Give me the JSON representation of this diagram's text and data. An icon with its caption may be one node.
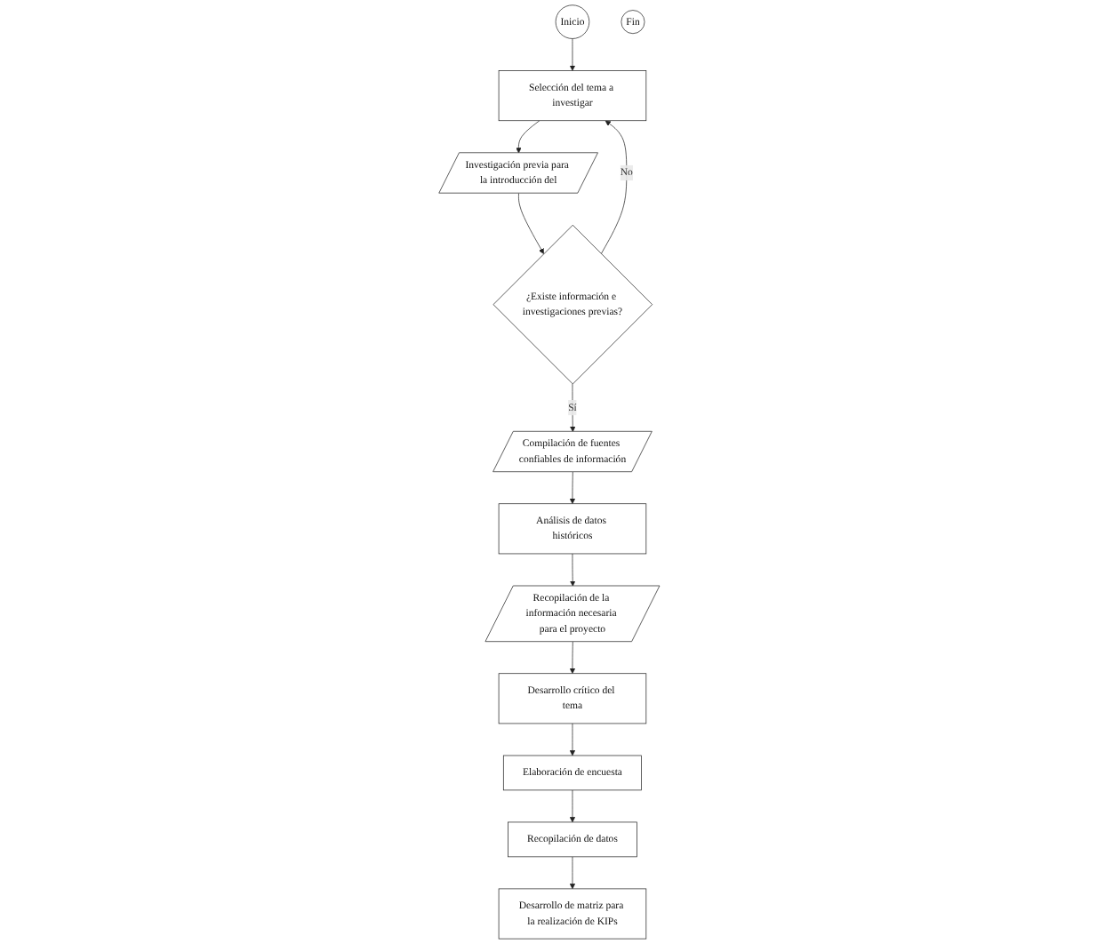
{
  "diagram": {
    "nodes": [
      {
        "text": [
          "Inicio"
        ]
      },
      {
        "text": [
          "Selección del tema a investigar"
        ]
      },
      {
        "text": [
          "Investigación previa para la introducción del"
        ]
      },
      {
        "text": [
          "¿Existe información e investigaciones previas?"
        ]
      },
      {
        "text": [
          "Compilación de fuentes confiables de información"
        ]
      },
      {
        "text": [
          "Análisis de datos históricos"
        ]
      },
      {
        "text": [
          "Recopilación de la información necesaria para el proyecto"
        ]
      },
      {
        "text": [
          "Desarrollo crítico del tema"
        ]
      },
      {
        "text": [
          "Elaboración de encuesta"
        ]
      },
      {
        "text": [
          "Recopilación de datos"
        ]
      },
      {
        "text": [
          "Desarrollo de matriz para la realización de KIPs"
        ]
      },
      {
        "text": [
          "Fin"
        ]
      }
    ],
    "edges": [
      {
        "from": 0,
        "to": 1,
        "arrow": "to"
      },
      {
        "from": 1,
        "to": 2,
        "arrow": "to"
      },
      {
        "from": 2,
        "to": 3,
        "arrow": "to"
      },
      {
        "from": 3,
        "to": 1,
        "arrow": "to",
        "label": "No"
      },
      {
        "from": 3,
        "to": 4,
        "arrow": "to",
        "label": "Sí"
      },
      {
        "from": 4,
        "to": 5,
        "arrow": "to"
      },
      {
        "from": 5,
        "to": 6,
        "arrow": "to"
      },
      {
        "from": 6,
        "to": 7,
        "arrow": "to"
      },
      {
        "from": 7,
        "to": 8,
        "arrow": "to"
      },
      {
        "from": 8,
        "to": 9,
        "arrow": "to"
      },
      {
        "from": 9,
        "to": 10,
        "arrow": "to"
      }
    ]
  }
}
